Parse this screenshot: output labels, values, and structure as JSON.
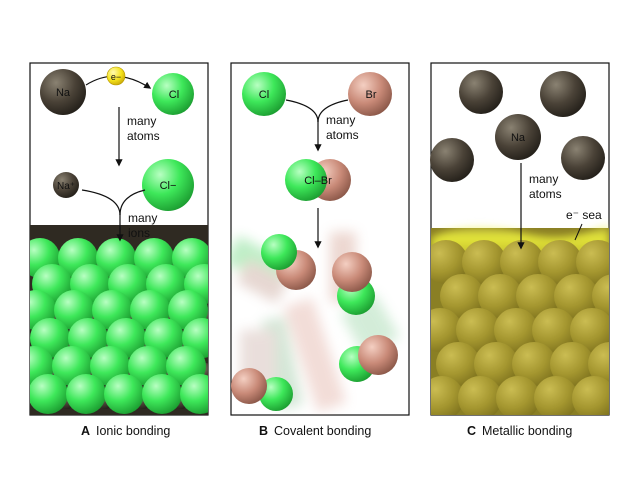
{
  "panels": {
    "ionic": {
      "caption_letter": "A",
      "caption_text": "Ionic bonding",
      "atom_na": "Na",
      "atom_cl": "Cl",
      "electron": "e−",
      "step1": [
        "many",
        "atoms"
      ],
      "ion_na": "Na⁺",
      "ion_cl": "Cl−",
      "step2": [
        "many",
        "ions"
      ]
    },
    "covalent": {
      "caption_letter": "B",
      "caption_text": "Covalent bonding",
      "atom_cl": "Cl",
      "atom_br": "Br",
      "step1": [
        "many",
        "atoms"
      ],
      "molecule": "Cl–Br"
    },
    "metallic": {
      "caption_letter": "C",
      "caption_text": "Metallic bonding",
      "atom_na": "Na",
      "step1": [
        "many",
        "atoms"
      ],
      "sea_label": "e⁻ sea"
    }
  },
  "colors": {
    "sodium": "#4a4237",
    "chlorine": "#3ee85a",
    "bromine": "#c98a78",
    "metal": "#9a8a2e",
    "electron": "#f4e21a",
    "electron_sea": "#eef23a"
  }
}
